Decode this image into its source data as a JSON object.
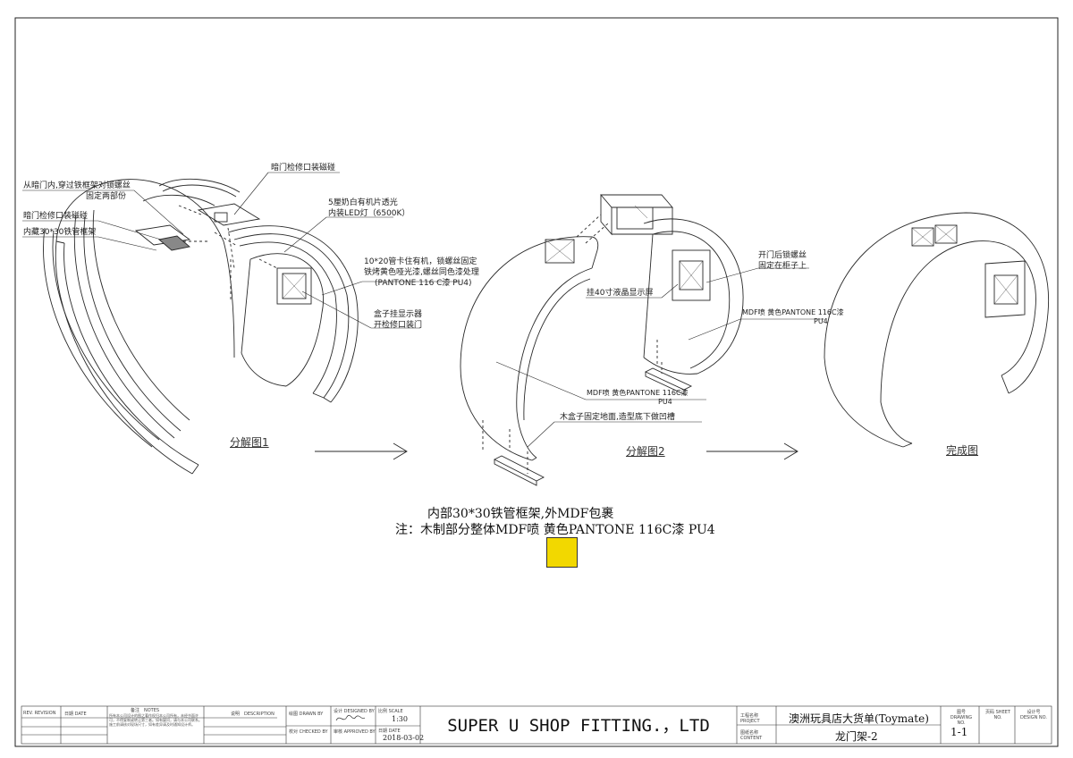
{
  "drawing": {
    "stage_labels": {
      "exploded_1": "分解图1",
      "exploded_2": "分解图2",
      "finished": "完成图"
    },
    "callouts": {
      "screw_fix_line1": "从暗门内,穿过铁框架对锁螺丝",
      "screw_fix_line2": "固定两部份",
      "hidden_door_magnet_left": "暗门检修口装磁碰",
      "inner_frame": "内藏30*30铁管框架",
      "hidden_door_magnet_top": "暗门检修口装磁碰",
      "acrylic_line1": "5厘奶白有机片透光",
      "acrylic_line2": "内装LED灯（6500K）",
      "steel_line1": "10*20管卡住有机，锁螺丝固定",
      "steel_line2": "铁烤黄色哑光漆,螺丝同色漆处理",
      "steel_line3": "(PANTONE 116 C漆   PU4)",
      "box_line1": "盒子挂显示器",
      "box_line2": "开检修口装门",
      "lcd": "挂40寸液晶显示屏",
      "door_screw_line1": "开门后锁螺丝",
      "door_screw_line2": "固定在柜子上",
      "mdf_right_line1": "MDF喷 黄色PANTONE 116C漆",
      "mdf_right_line2": "PU4",
      "mdf_mid_line1": "MDF喷 黄色PANTONE 116C漆",
      "mdf_mid_line2": "PU4",
      "wood_box": "木盒子固定地面,造型底下做凹槽"
    },
    "notes": {
      "line1": "内部30*30铁管框架,外MDF包裹",
      "line2": "注：木制部分整体MDF喷 黄色PANTONE 116C漆  PU4"
    },
    "swatch_color": "#f2d800",
    "line_color": "#2a2a2a"
  },
  "title_block": {
    "rev_label": "REV. REVISION",
    "date_label": "日期 DATE",
    "notes_label": "备注　NOTES",
    "desc_label": "说明　DESCRIPTION",
    "drawn_label": "绘图 DRAWN BY",
    "checked_label": "校对 CHECKED BY",
    "designed_label": "设计 DESIGNED BY",
    "approved_label": "审核 APPROVED BY",
    "scale_label": "比例 SCALE",
    "scale_value": "1:30",
    "date_label2": "日期 DATE",
    "date_value": "2018-03-02",
    "company": "SUPER U SHOP FITTING.，LTD",
    "project_label": "工程名称 PROJECT",
    "project_value": "澳洲玩具店大货单(Toymate)",
    "content_label": "图纸名称 CONTENT",
    "content_value": "龙门架-2",
    "drawing_no_label": "图号 DRAWING NO.",
    "drawing_no_value": "1-1",
    "sheet_no_label": "页码 SHEET NO.",
    "design_no_label": "设计号 DESIGN NO.",
    "notes_text": "所有本公司设计的图之著作权归本公司所有，未经书面许可，不得复制或转让第三者。如有疑问，请与本公司联系。施工前请核对现场尺寸，如有差异请及时通知设计师。"
  }
}
